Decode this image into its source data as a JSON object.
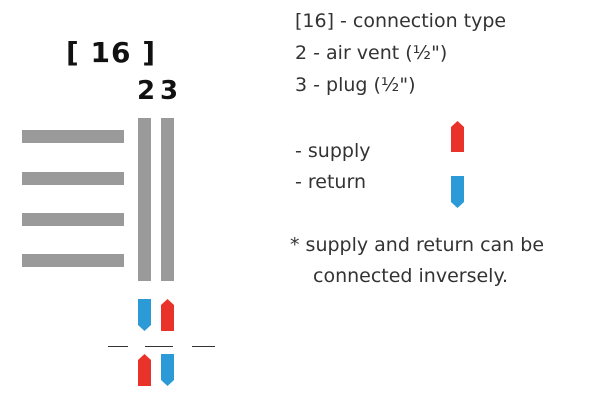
{
  "diagram": {
    "connection_label": "[ 16 ]",
    "pipe_numbers": [
      "2",
      "3"
    ]
  },
  "legend": {
    "lines": [
      "[16] - connection type",
      "2 - air vent (½\")",
      "3 - plug (½\")"
    ],
    "supply_label": "- supply",
    "return_label": "- return",
    "note_line1": "* supply and return can be",
    "note_line2": "connected inversely."
  },
  "colors": {
    "supply": "#e8322a",
    "return": "#2b9ad6",
    "pipe": "#9a9a9a"
  }
}
